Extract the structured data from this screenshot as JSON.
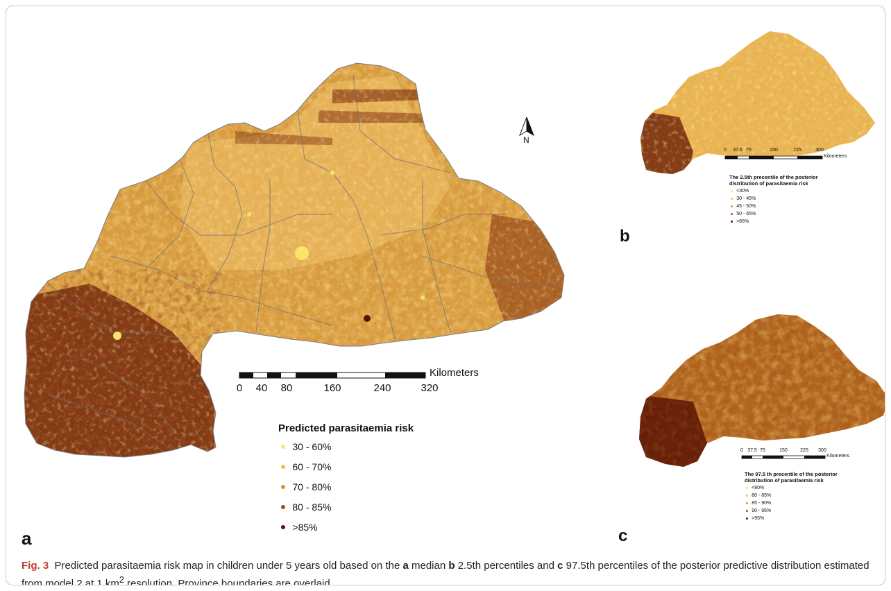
{
  "figure": {
    "label_a": "a",
    "label_b": "b",
    "label_c": "c",
    "north": "N"
  },
  "panel_a": {
    "scale_ticks": [
      "0",
      "40",
      "80",
      "160",
      "240",
      "320"
    ],
    "scale_unit": "Kilometers",
    "legend_title": "Predicted parasitaemia risk",
    "legend_items": [
      {
        "label": "30 - 60%",
        "color": "#fbe46a"
      },
      {
        "label": "60 - 70%",
        "color": "#f0bd52"
      },
      {
        "label": "70 - 80%",
        "color": "#d8942f"
      },
      {
        "label": "80 - 85%",
        "color": "#9c4f14"
      },
      {
        "label": ">85%",
        "color": "#5a1405"
      }
    ]
  },
  "panel_b": {
    "scale_ticks": [
      "0",
      "37.5",
      "75",
      "150",
      "225",
      "300"
    ],
    "scale_unit": "Kilometers",
    "legend_title_line1": "The 2.5th precentile of the posterior",
    "legend_title_line2": "distribution of parasitaemia risk",
    "legend_items": [
      {
        "label": "<30%",
        "color": "#fbe46a"
      },
      {
        "label": "30 - 45%",
        "color": "#f0bd52"
      },
      {
        "label": "45 - 50%",
        "color": "#d8942f"
      },
      {
        "label": "50 - 65%",
        "color": "#9c4f14"
      },
      {
        "label": ">65%",
        "color": "#5a1405"
      }
    ]
  },
  "panel_c": {
    "scale_ticks": [
      "0",
      "37.5",
      "75",
      "150",
      "225",
      "300"
    ],
    "scale_unit": "Kilometers",
    "legend_title_line1": "The 97.5 th precentile of the posterior",
    "legend_title_line2": "distribution of parasitaemia risk",
    "legend_items": [
      {
        "label": "<80%",
        "color": "#fbe46a"
      },
      {
        "label": "80 - 85%",
        "color": "#f0bd52"
      },
      {
        "label": "85 - 90%",
        "color": "#d8942f"
      },
      {
        "label": "90 - 95%",
        "color": "#9c4f14"
      },
      {
        "label": ">95%",
        "color": "#5a1405"
      }
    ]
  },
  "caption": {
    "fig": "Fig. 3",
    "t1": "Predicted parasitaemia risk map in children under 5 years old based on the ",
    "a": "a",
    "t2": " median ",
    "b": "b",
    "t3": " 2.5th percentiles and ",
    "c": "c",
    "t4": " 97.5th percentiles of the posterior predictive distribution estimated from model 2 at 1 km",
    "sup": "2",
    "t5": " resolution. Province boundaries are overlaid"
  }
}
